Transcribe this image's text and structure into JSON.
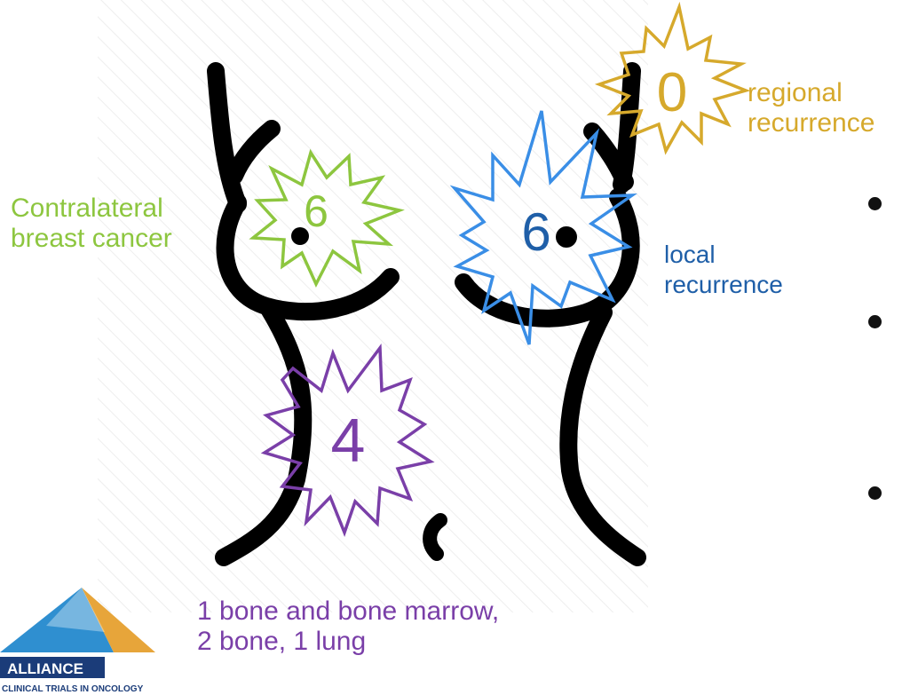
{
  "labels": {
    "contralateral": "Contralateral\nbreast cancer",
    "regional": "regional\nrecurrence",
    "local": "local\nrecurrence",
    "distant": "1 bone and bone marrow,\n2 bone, 1 lung"
  },
  "counts": {
    "contralateral": "6",
    "local": "6",
    "regional": "0",
    "distant": "4"
  },
  "logo": {
    "name": "ALLIANCE",
    "tagline": "CLINICAL TRIALS IN ONCOLOGY"
  },
  "colors": {
    "green": "#8dc63f",
    "blue": "#3a8ee6",
    "gold": "#d6a92c",
    "purple": "#7a3fa8",
    "logo_blue": "#2f8fd0",
    "logo_gold": "#e7a53a",
    "logo_navy": "#1b3c79"
  }
}
